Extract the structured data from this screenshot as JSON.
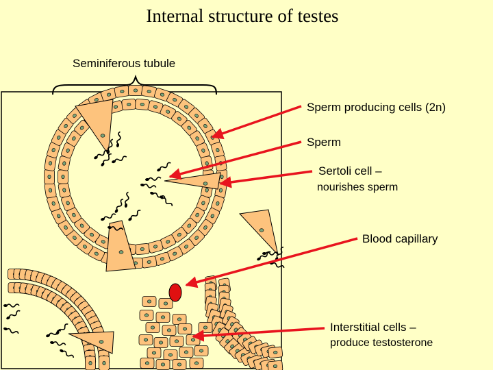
{
  "title": "Internal structure of testes",
  "labels": {
    "seminiferous_tubule": "Seminiferous tubule",
    "sperm_producing_cells": "Sperm producing cells (2n)",
    "sperm": "Sperm",
    "sertoli_line1": "Sertoli cell –",
    "sertoli_line2": "nourishes sperm",
    "blood_capillary": "Blood capillary",
    "interstitial_line1": "Interstitial cells –",
    "interstitial_line2": "produce testosterone"
  },
  "colors": {
    "background": "#ffffc6",
    "cell_fill": "#fdc37d",
    "nucleus_fill": "#7aa57a",
    "arrow": "#e8141e",
    "capillary": "#e01010"
  }
}
